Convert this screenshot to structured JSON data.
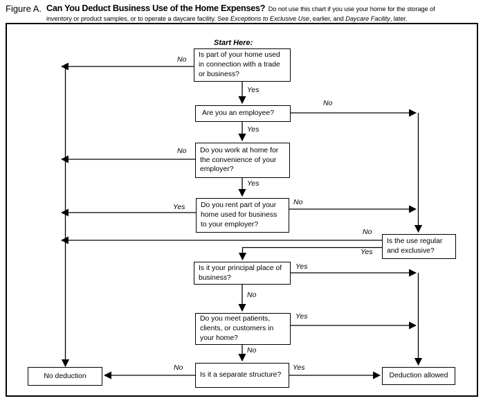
{
  "title": {
    "figure_label": "Figure A.",
    "heading": "Can You Deduct Business Use of the Home Expenses?",
    "note_line1": "Do not use this chart if you use your home for the storage of",
    "note_line2_pre": "inventory or product samples, or to operate a daycare facility. See ",
    "note_italic1": "Exceptions to Exclusive Use",
    "note_mid": ", earlier, and ",
    "note_italic2": "Daycare Facility",
    "note_end": ", later."
  },
  "start_label": "Start Here:",
  "labels": {
    "yes": "Yes",
    "no": "No"
  },
  "nodes": {
    "q1": "Is part of your home used in connection with a trade or business?",
    "q2": "Are you an employee?",
    "q3": "Do you work at home for the convenience of your employer?",
    "q4": "Do you rent part of your home used for business to your employer?",
    "q5": "Is the use regular and exclusive?",
    "q6": "Is it your principal place of business?",
    "q7": "Do you meet patients, clients, or customers in your home?",
    "q8": "Is it a separate structure?",
    "no_deduction": "No deduction",
    "deduction_allowed": "Deduction allowed"
  },
  "colors": {
    "line": "#000000",
    "box_border": "#000000",
    "text": "#000000",
    "background": "#ffffff"
  }
}
